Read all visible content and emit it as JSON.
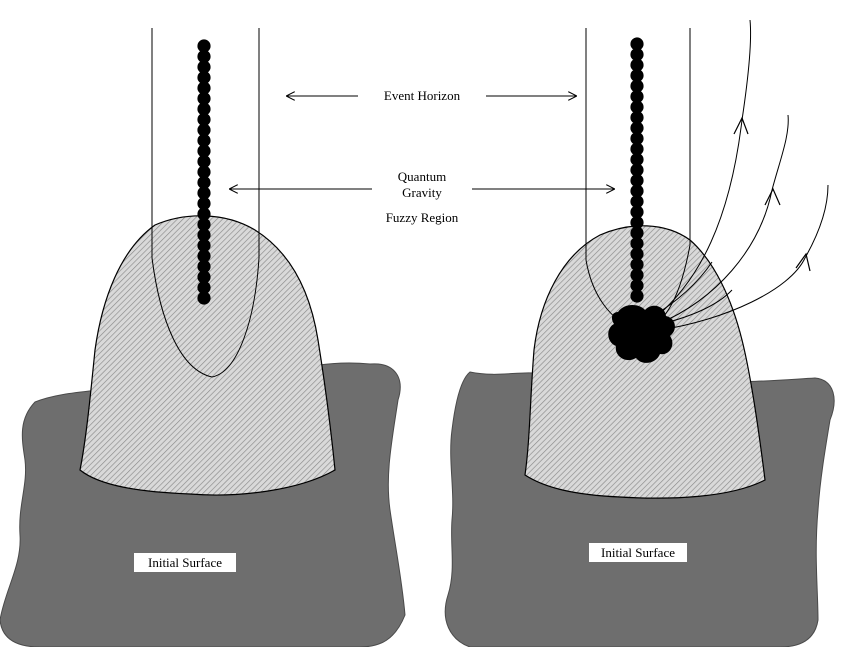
{
  "labels": {
    "event_horizon": "Event Horizon",
    "quantum_line1": "Quantum",
    "quantum_line2": "Gravity",
    "quantum_line3": "Fuzzy Region",
    "left_surface": "Initial Surface",
    "right_surface": "Initial Surface"
  },
  "colors": {
    "surface_fill": "#6e6e6e",
    "region_fill": "#d4d4d4",
    "hatch_stroke": "#8a8a8a",
    "ink": "#000000",
    "label_bg": "#ffffff"
  }
}
